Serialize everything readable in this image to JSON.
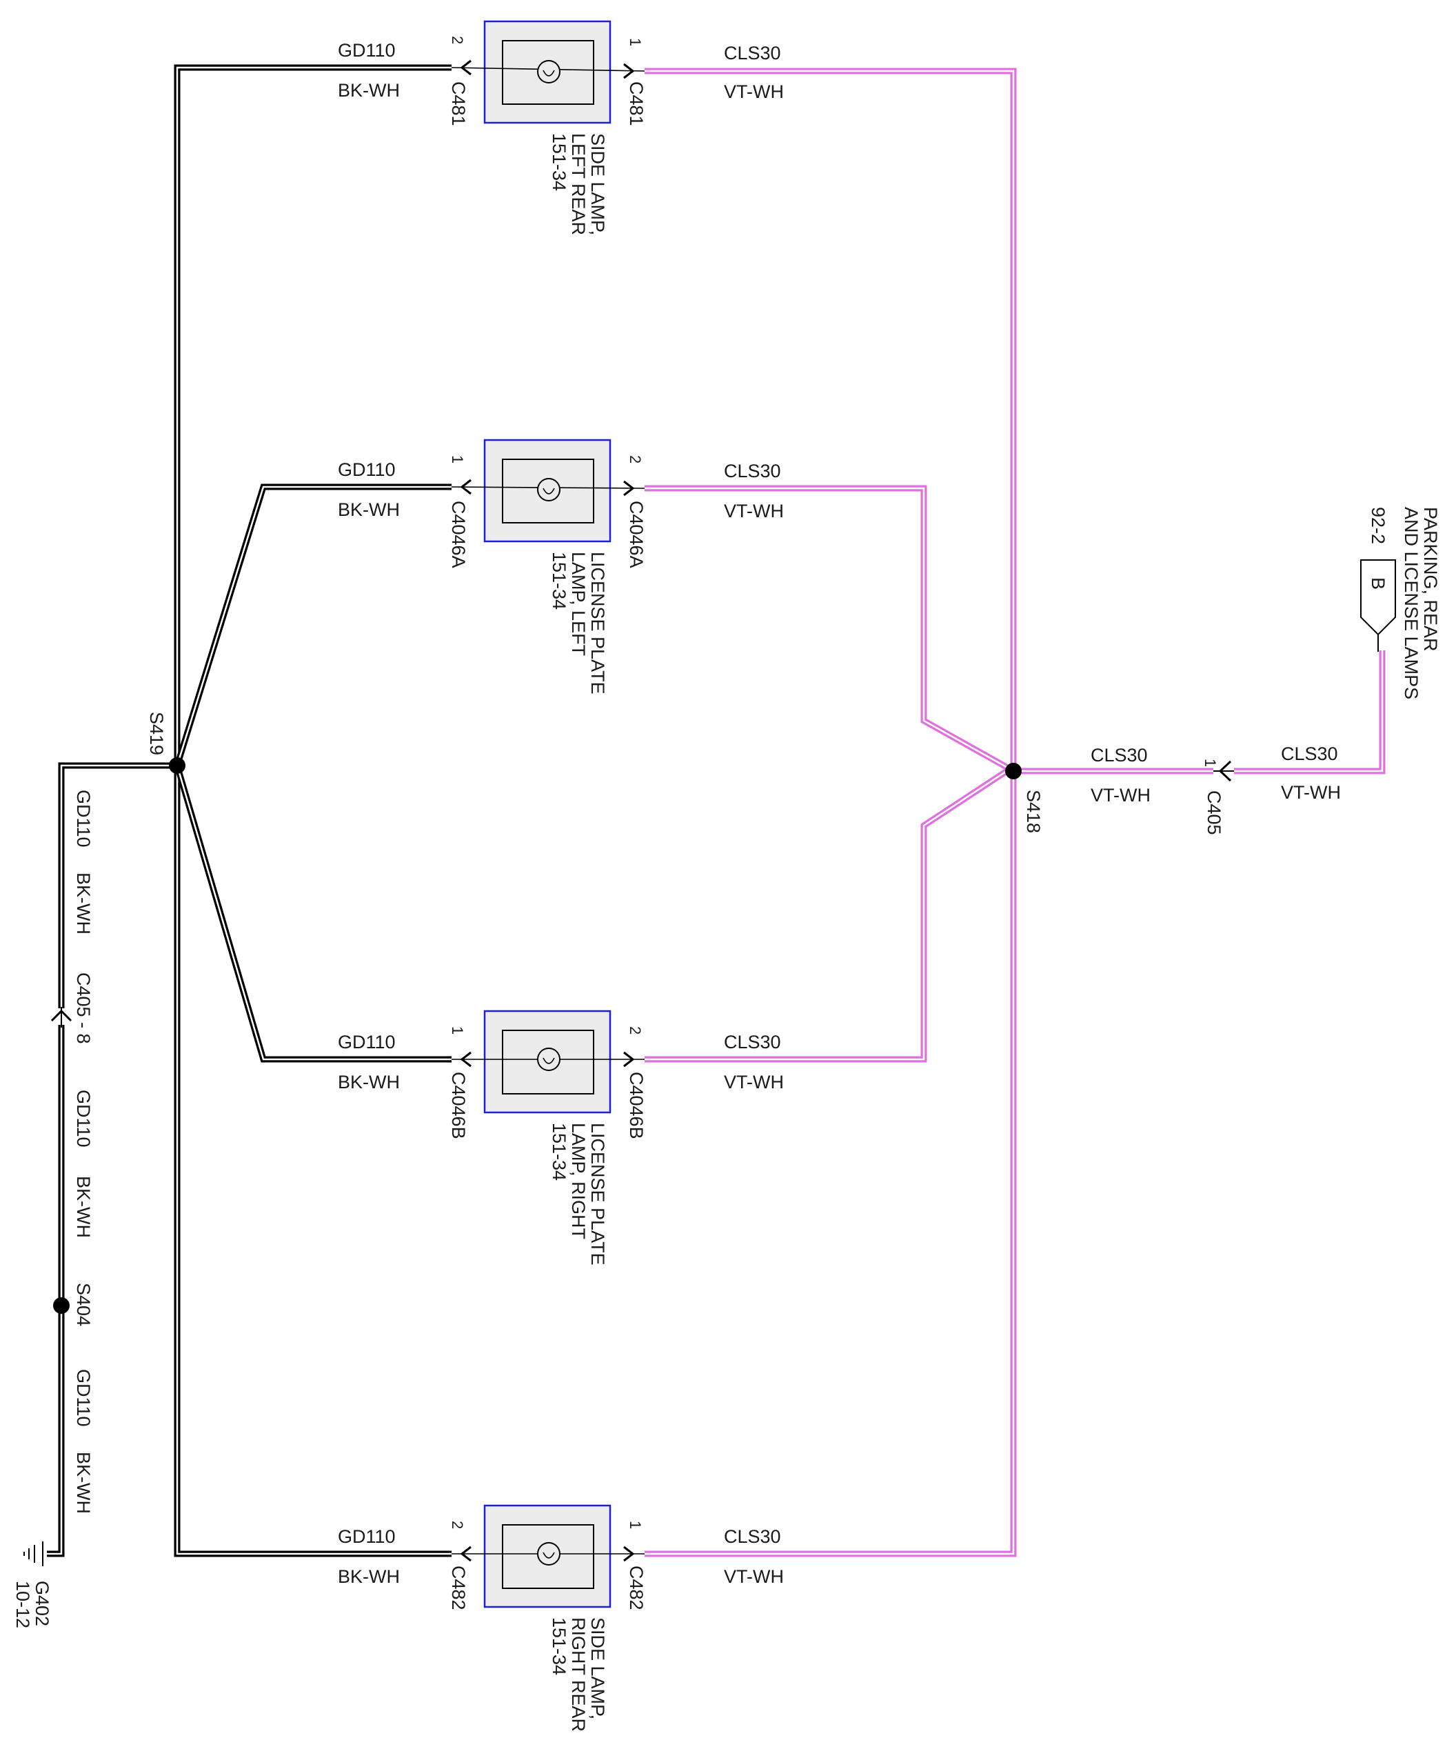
{
  "colors": {
    "ground_wire": "#000000",
    "ground_wire_core": "#ffffff",
    "feed_wire": "#e070e0",
    "feed_wire_core": "#ffffff",
    "component_border": "#1f1fd6",
    "component_fill": "#ececec"
  },
  "ground_circuit": "GD110",
  "ground_color": "BK-WH",
  "feed_circuit": "CLS30",
  "feed_color": "VT-WH",
  "lamps": [
    {
      "name": "SIDE LAMP, LEFT REAR",
      "name_lines": [
        "SIDE LAMP,",
        "LEFT REAR",
        "151-34"
      ],
      "ground_connector": "C481",
      "ground_pin": "2",
      "feed_connector": "C481",
      "feed_pin": "1"
    },
    {
      "name": "LICENSE PLATE LAMP, LEFT",
      "name_lines": [
        "LICENSE PLATE",
        "LAMP, LEFT",
        "151-34"
      ],
      "ground_connector": "C4046A",
      "ground_pin": "1",
      "feed_connector": "C4046A",
      "feed_pin": "2"
    },
    {
      "name": "LICENSE PLATE LAMP, RIGHT",
      "name_lines": [
        "LICENSE PLATE",
        "LAMP, RIGHT",
        "151-34"
      ],
      "ground_connector": "C4046B",
      "ground_pin": "1",
      "feed_connector": "C4046B",
      "feed_pin": "2"
    },
    {
      "name": "SIDE LAMP, RIGHT REAR",
      "name_lines": [
        "SIDE LAMP,",
        "RIGHT REAR",
        "151-34"
      ],
      "ground_connector": "C482",
      "ground_pin": "2",
      "feed_connector": "C482",
      "feed_pin": "1"
    }
  ],
  "splices": {
    "ground": "S419",
    "feed": "S418",
    "ground_lower": "S404"
  },
  "feed_input": {
    "connector": "C405",
    "pin": "1",
    "segment_a": {
      "circuit": "CLS30",
      "color": "VT-WH"
    },
    "segment_b": {
      "circuit": "CLS30",
      "color": "VT-WH"
    }
  },
  "source_ref": {
    "letter": "B",
    "lines": [
      "PARKING, REAR",
      "AND LICENSE LAMPS",
      "92-2"
    ]
  },
  "ground_path": {
    "connector": "C405 - 8",
    "segments": [
      {
        "circuit": "GD110",
        "color": "BK-WH"
      },
      {
        "circuit": "GD110",
        "color": "BK-WH"
      },
      {
        "circuit": "GD110",
        "color": "BK-WH"
      }
    ],
    "ground_point": "G402",
    "ground_ref": "10-12"
  }
}
